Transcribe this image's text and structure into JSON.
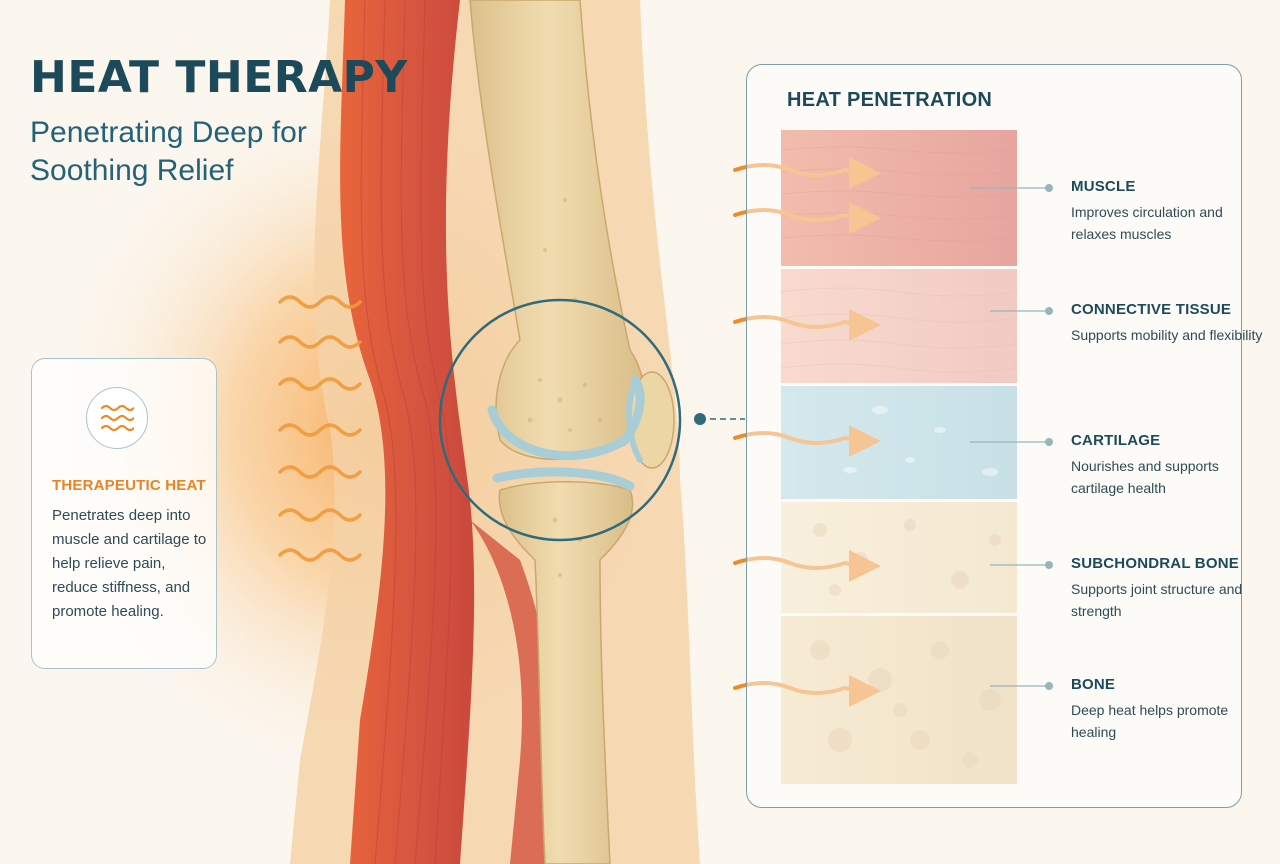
{
  "header": {
    "title": "HEAT THERAPY",
    "subtitle": "Penetrating Deep for Soothing Relief"
  },
  "info_card": {
    "icon": "heat-waves-icon",
    "heading": "THERAPEUTIC HEAT",
    "body": "Penetrates deep into muscle and cartilage to help relieve pain, reduce stiffness, and promote healing."
  },
  "panel": {
    "title": "HEAT PENETRATION",
    "layers": [
      {
        "name": "MUSCLE",
        "description": "Improves circulation and relaxes muscles"
      },
      {
        "name": "CONNECTIVE TISSUE",
        "description": "Supports mobility and flexibility"
      },
      {
        "name": "CARTILAGE",
        "description": "Nourishes and supports cartilage health"
      },
      {
        "name": "SUBCHONDRAL BONE",
        "description": "Supports joint structure and strength"
      },
      {
        "name": "BONE",
        "description": "Deep heat helps promote healing"
      }
    ]
  },
  "colors": {
    "title": "#1d4a5a",
    "subtitle": "#24627a",
    "heat_accent": "#e98323",
    "muscle": "#d9584a",
    "connective_tissue": "#eda497",
    "cartilage": "#9fcbd6",
    "bone": "#ead3a4",
    "border": "#7d9ea8"
  }
}
